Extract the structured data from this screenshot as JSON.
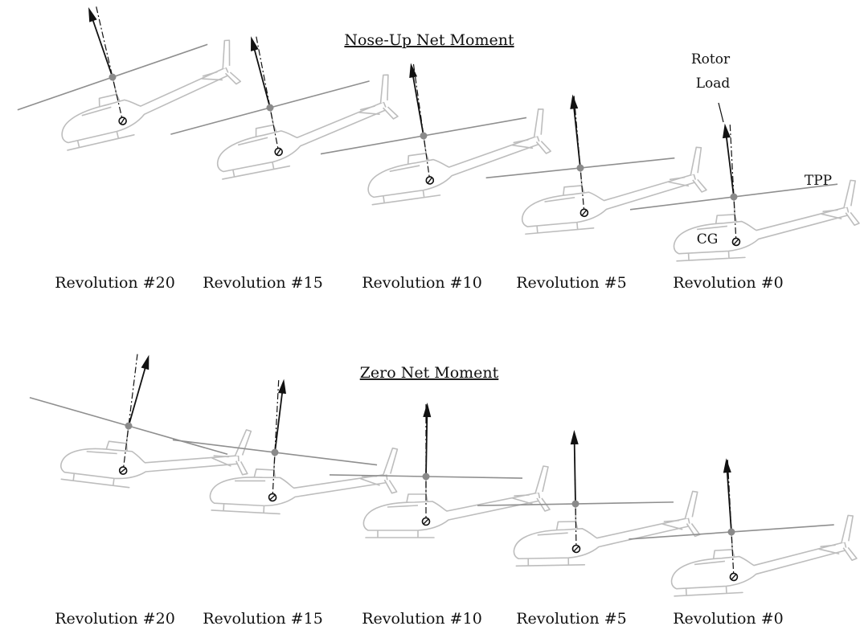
{
  "panels": [
    {
      "title": "Nose-Up Net Moment",
      "columns": [
        {
          "label": "Revolution #20",
          "pitch_deg": -13,
          "load_tilt_deg": -6
        },
        {
          "label": "Revolution #15",
          "pitch_deg": -11,
          "load_tilt_deg": -4
        },
        {
          "label": "Revolution #10",
          "pitch_deg": -8,
          "load_tilt_deg": -2
        },
        {
          "label": "Revolution #5",
          "pitch_deg": -5,
          "load_tilt_deg": -1
        },
        {
          "label": "Revolution #0",
          "pitch_deg": -3,
          "load_tilt_deg": -4
        }
      ]
    },
    {
      "title": "Zero Net Moment",
      "columns": [
        {
          "label": "Revolution #20",
          "pitch_deg": 7,
          "load_tilt_deg": 9
        },
        {
          "label": "Revolution #15",
          "pitch_deg": 3,
          "load_tilt_deg": 4
        },
        {
          "label": "Revolution #10",
          "pitch_deg": 0,
          "load_tilt_deg": 1
        },
        {
          "label": "Revolution #5",
          "pitch_deg": -1,
          "load_tilt_deg": 0
        },
        {
          "label": "Revolution #0",
          "pitch_deg": -3,
          "load_tilt_deg": -1
        }
      ]
    }
  ],
  "annotations": {
    "rotor_load_line1": "Rotor",
    "rotor_load_line2": "Load",
    "tpp": "TPP",
    "cg": "CG"
  },
  "colors": {
    "outline": "#bdbdbd",
    "blade": "#8f8f8f",
    "vector": "#111111"
  }
}
